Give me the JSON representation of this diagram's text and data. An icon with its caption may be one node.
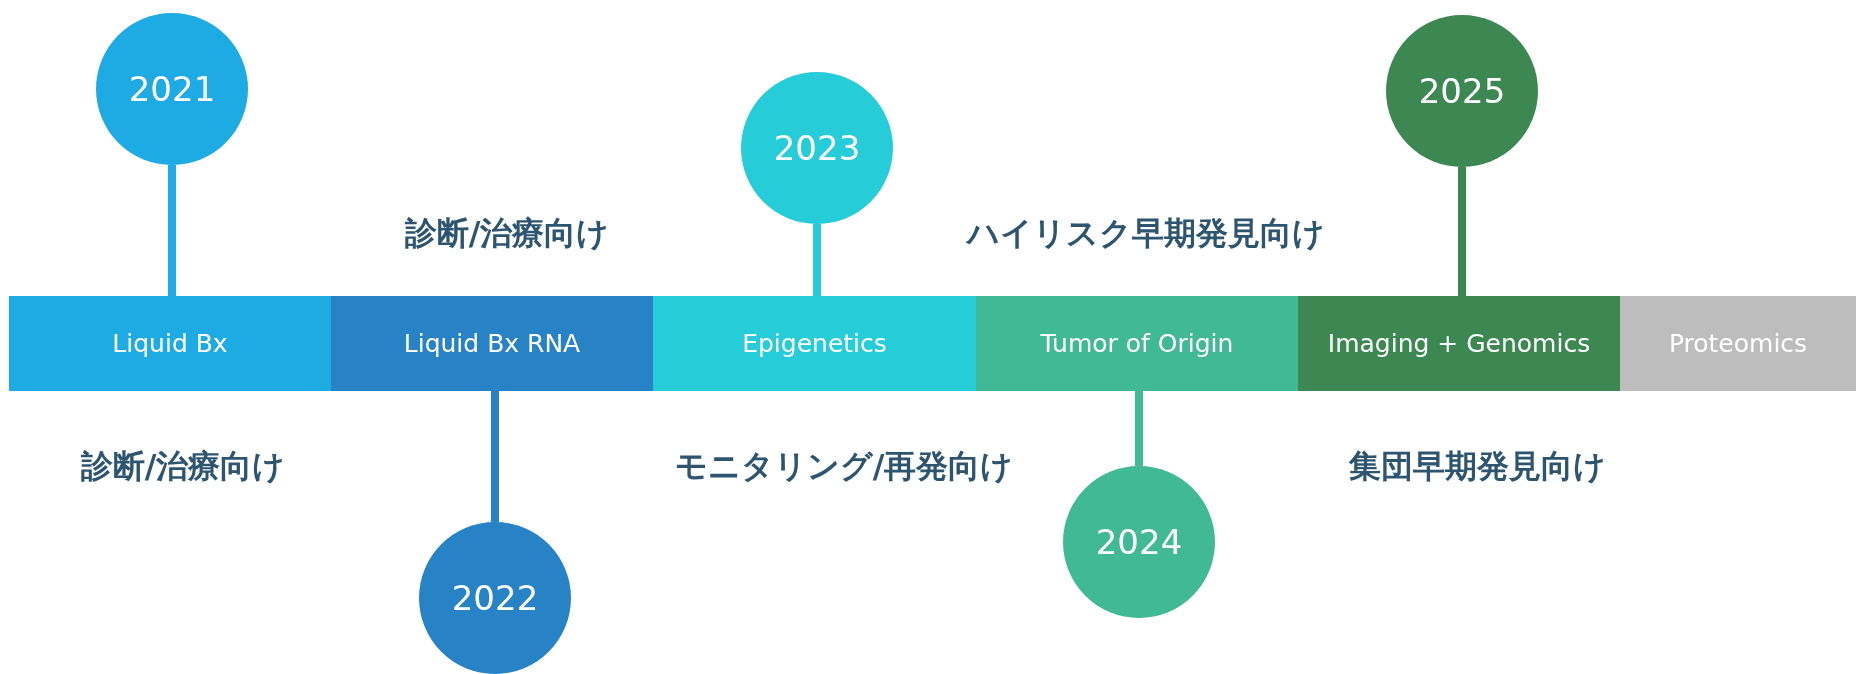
{
  "diagram": {
    "nodes": [
      {
        "text": [
          "Liquid Bx"
        ]
      },
      {
        "text": [
          "Liquid Bx RNA"
        ]
      },
      {
        "text": [
          "Epigenetics"
        ]
      },
      {
        "text": [
          "Tumor of Origin"
        ]
      },
      {
        "text": [
          "Imaging + Genomics"
        ]
      },
      {
        "text": [
          "Proteomics"
        ]
      },
      {
        "text": [
          "2021"
        ]
      },
      {
        "text": [
          "2022"
        ]
      },
      {
        "text": [
          "2023"
        ]
      },
      {
        "text": [
          "2024"
        ]
      },
      {
        "text": [
          "2025"
        ]
      }
    ],
    "edges": [
      {
        "from": 6,
        "to": 0,
        "arrow": "none",
        "color": "#1eaae2"
      },
      {
        "from": 7,
        "to": 1,
        "arrow": "none",
        "color": "#2782c6"
      },
      {
        "from": 8,
        "to": 2,
        "arrow": "none",
        "color": "#26cdd8"
      },
      {
        "from": 9,
        "to": 3,
        "arrow": "none",
        "color": "#42b995"
      },
      {
        "from": 10,
        "to": 4,
        "arrow": "none",
        "color": "#3d8752"
      }
    ],
    "labels": [
      "診断/治療向け",
      "ハイリスク早期発見向け",
      "診断/治療向け",
      "モニタリング/再発向け",
      "集団早期発見向け"
    ]
  }
}
